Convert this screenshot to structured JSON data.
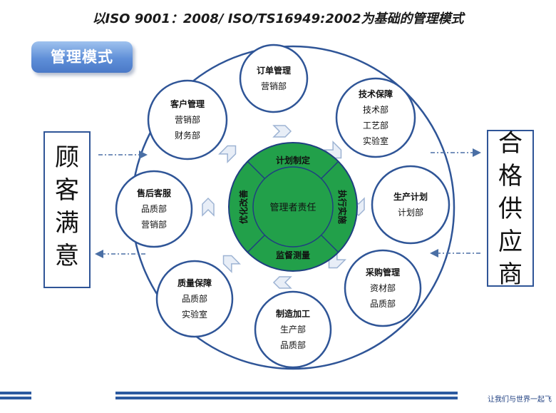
{
  "title": "以ISO 9001：2008/ ISO/TS16949:2002为基础的管理模式",
  "badge": "管理模式",
  "left_box": {
    "chars": [
      "顾",
      "客",
      "满",
      "意"
    ]
  },
  "right_box": {
    "chars": [
      "合",
      "格",
      "供",
      "应",
      "商"
    ]
  },
  "center": {
    "label": "管理者责任",
    "ring": {
      "top": "计划制定",
      "right": "执行实施",
      "bottom": "监督测量",
      "left": "优化改善"
    }
  },
  "nodes": [
    {
      "id": "order",
      "title": "订单管理",
      "lines": [
        "营销部"
      ]
    },
    {
      "id": "tech",
      "title": "技术保障",
      "lines": [
        "技术部",
        "工艺部",
        "实验室"
      ]
    },
    {
      "id": "plan",
      "title": "生产计划",
      "lines": [
        "计划部"
      ]
    },
    {
      "id": "purchase",
      "title": "采购管理",
      "lines": [
        "资材部",
        "品质部"
      ]
    },
    {
      "id": "mfg",
      "title": "制造加工",
      "lines": [
        "生产部",
        "品质部"
      ]
    },
    {
      "id": "quality",
      "title": "质量保障",
      "lines": [
        "品质部",
        "实验室"
      ]
    },
    {
      "id": "aftersale",
      "title": "售后客服",
      "lines": [
        "品质部",
        "营销部"
      ]
    },
    {
      "id": "customer",
      "title": "客户管理",
      "lines": [
        "营销部",
        "财务部"
      ]
    }
  ],
  "footer": "让我们与世界一起飞",
  "colors": {
    "accent": "#2c5aa0",
    "center_green": "#22a04a",
    "circle_stroke": "#2f5597"
  }
}
